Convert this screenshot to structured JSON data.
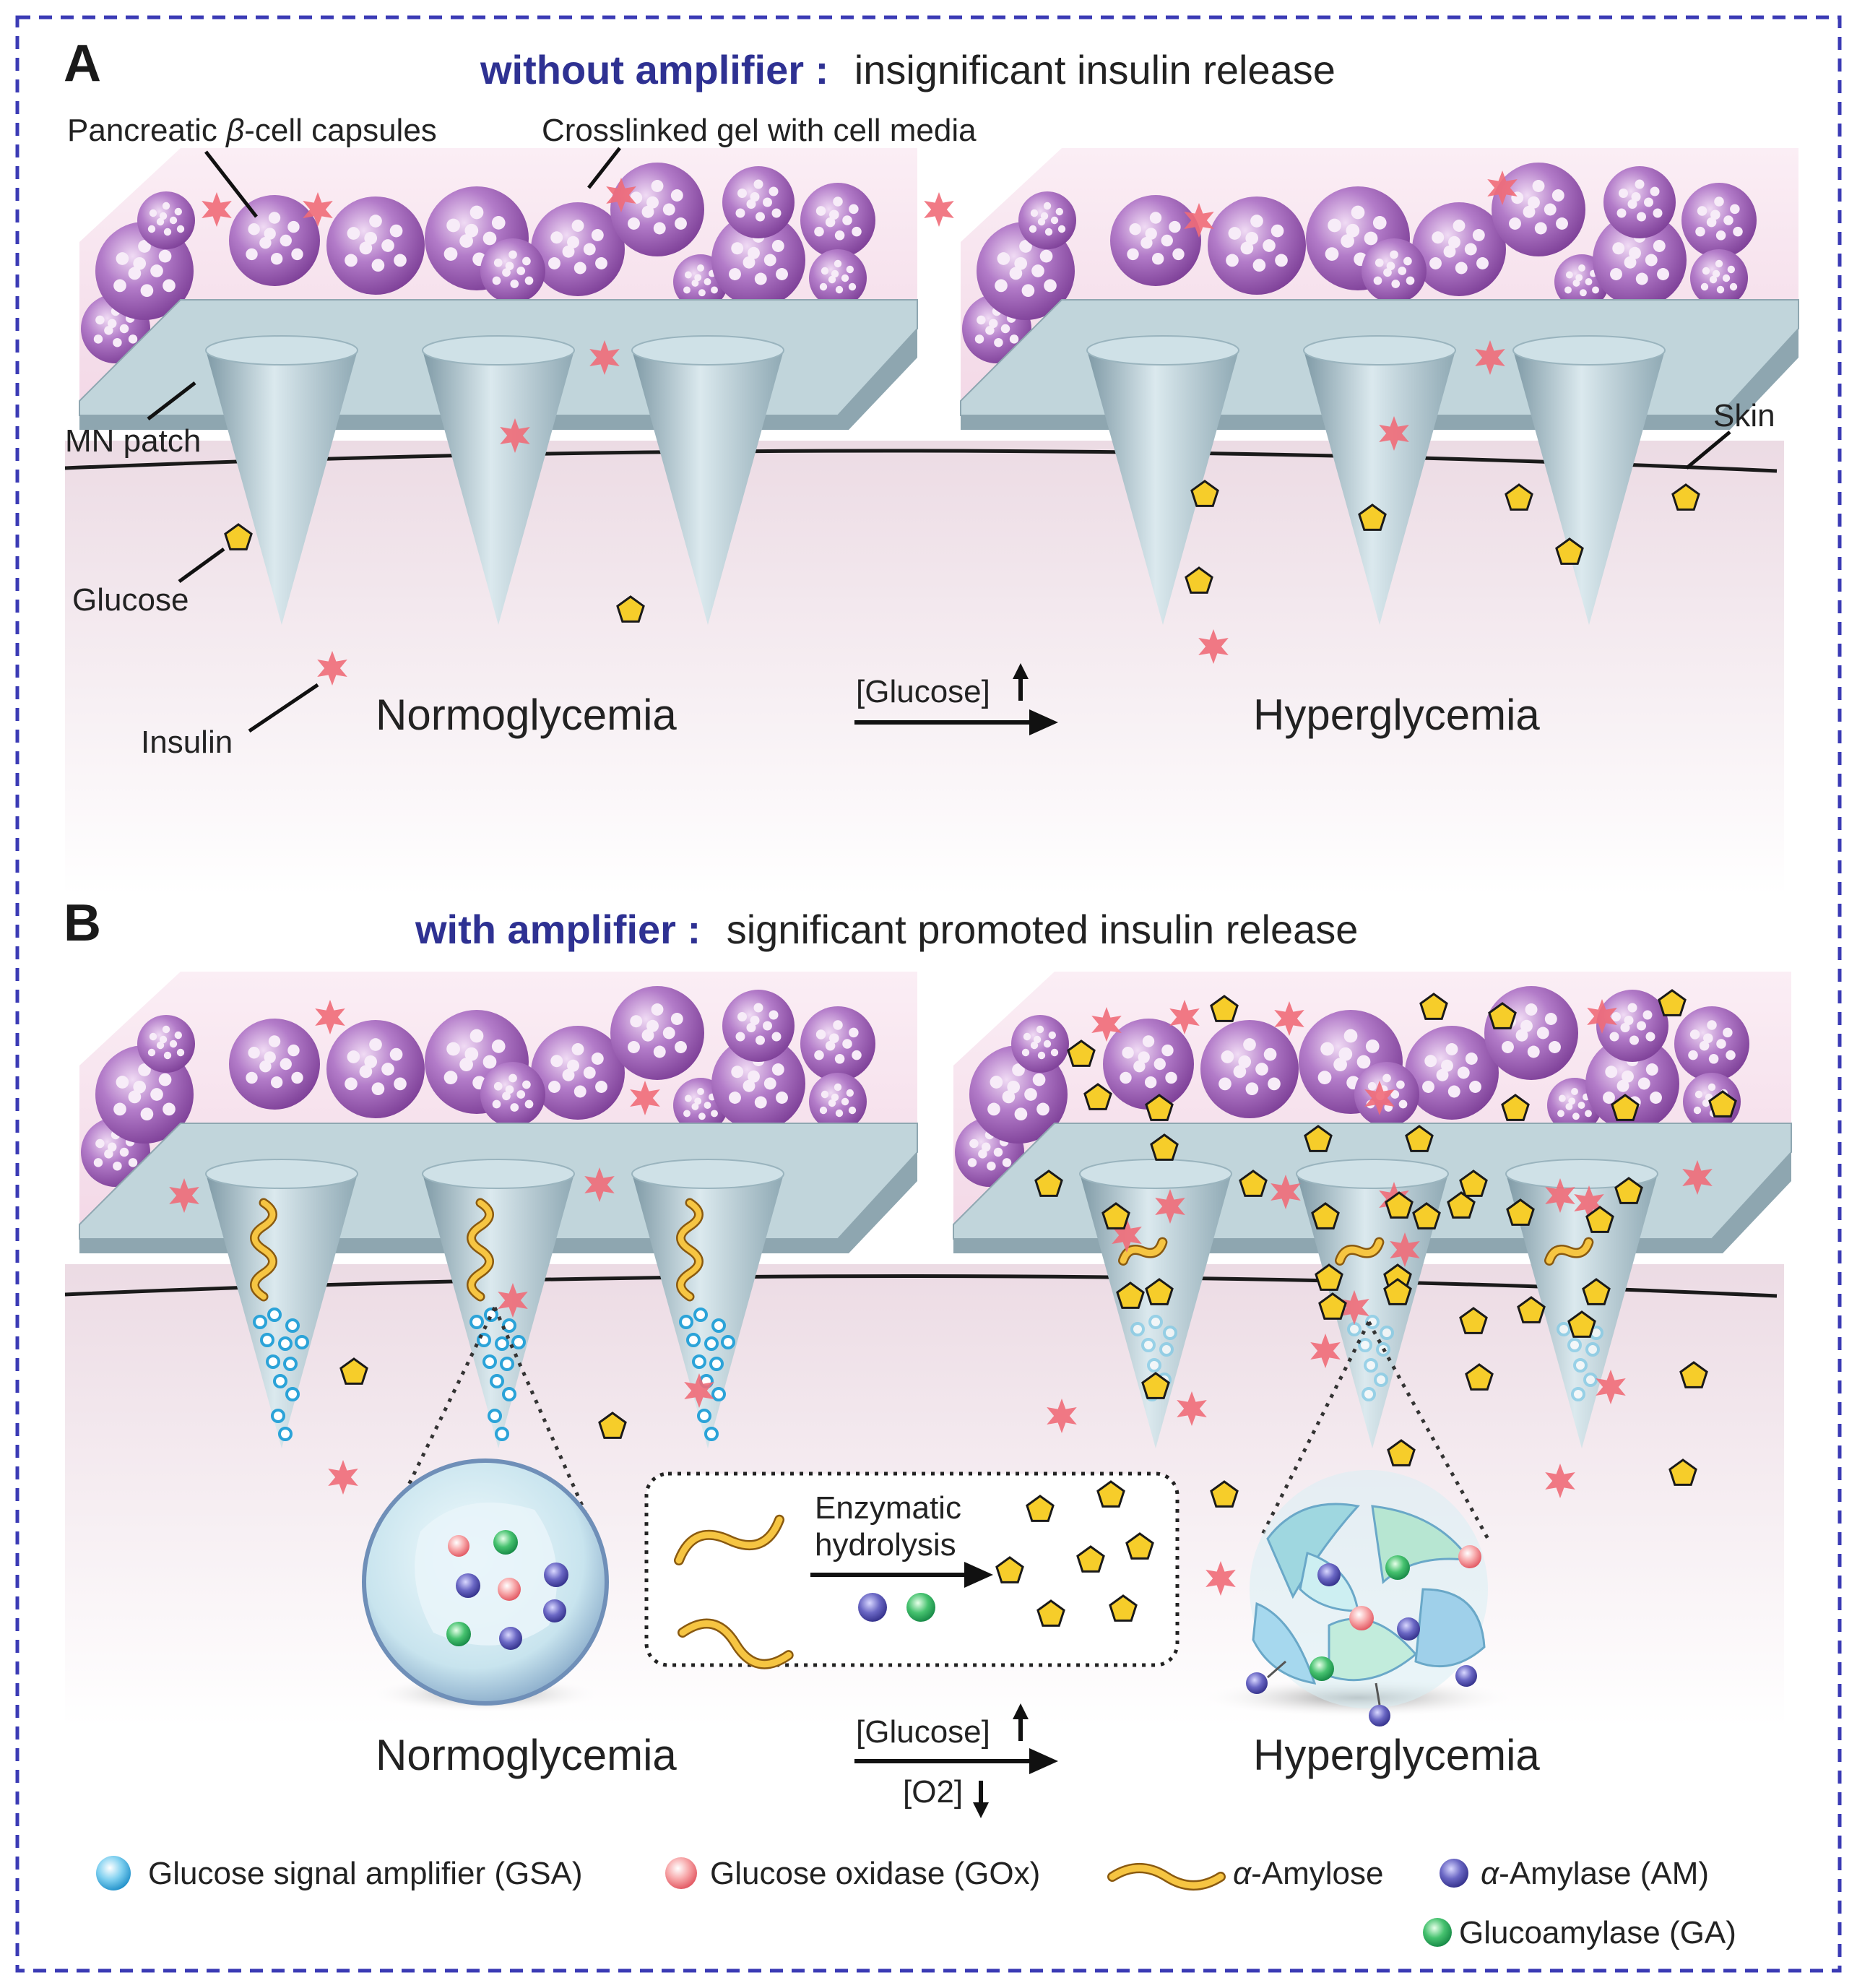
{
  "panel_a": {
    "letter": "A",
    "title_bold": "without  amplifier",
    "title_colon": ":",
    "title_rest": "insignificant  insulin release",
    "label_capsules_pre": "Pancreatic ",
    "label_capsules_beta": "β",
    "label_capsules_post": "-cell capsules",
    "label_gel": "Crosslinked  gel  with  cell media",
    "label_mn": "MN  patch",
    "label_skin": "Skin",
    "label_glucose": "Glucose",
    "label_insulin": "Insulin",
    "state_left": "Normoglycemia",
    "state_right": "Hyperglycemia",
    "arrow_label": "[Glucose]"
  },
  "panel_b": {
    "letter": "B",
    "title_bold": "with  amplifier",
    "title_colon": ":",
    "title_rest": "significant promoted  insulin release",
    "process_line1": "Enzymatic",
    "process_line2": "hydrolysis",
    "state_left": "Normoglycemia",
    "state_right": "Hyperglycemia",
    "arrow_label_top": "[Glucose]",
    "arrow_label_bottom": "[O2]"
  },
  "legend": {
    "gsa": "Glucose signal amplifier (GSA)",
    "gox": "Glucose oxidase (GOx)",
    "amylose_prefix": "α",
    "amylose_rest": "-Amylose",
    "amylase_prefix": "α",
    "amylase_rest": "-Amylase (AM)",
    "ga": "Glucoamylase (GA)"
  },
  "colors": {
    "frame": "#3b3bb5",
    "title_blue": "#2e3192",
    "capsule": "#9a5fb0",
    "insulin": "#ef6b78",
    "glucose": "#f6cd2a",
    "gsa": "#3aa9d8",
    "amylase": "#4e4ba8",
    "glucoamylase": "#2aa860",
    "skin_pink": "#f1e2ea",
    "needle": "#a9c5cf"
  }
}
